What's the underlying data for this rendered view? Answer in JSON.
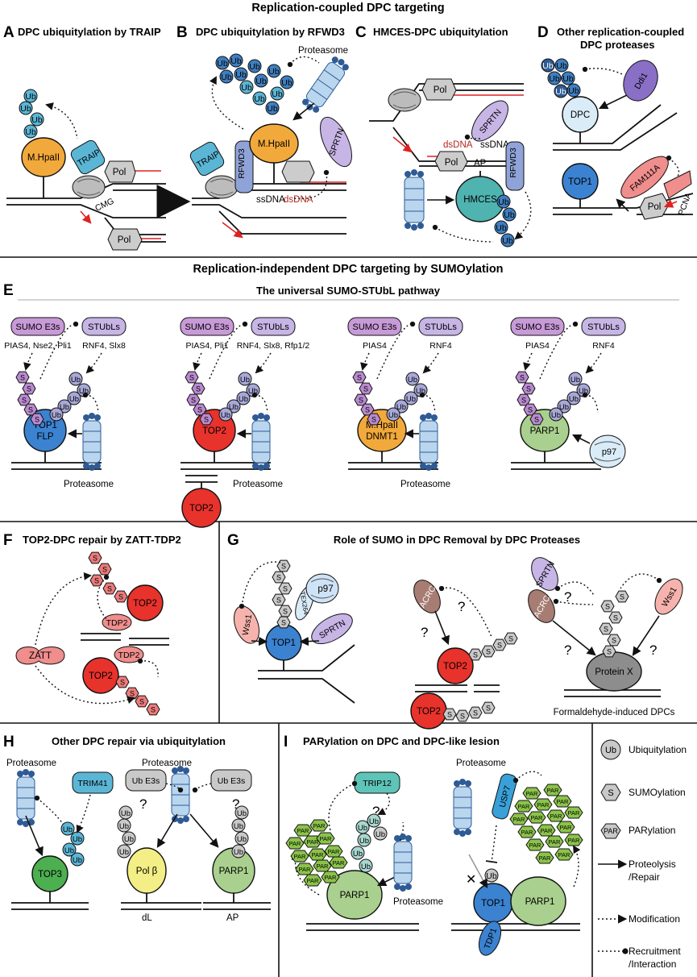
{
  "section_titles": {
    "s1": "Replication-coupled DPC targeting",
    "s2": "Replication-independent DPC targeting by SUMOylation"
  },
  "panels": {
    "A": {
      "letter": "A",
      "title": "DPC ubiquitylation by TRAIP",
      "protein": "M.HpaII",
      "traip": "TRAIP",
      "cmg": "CMG",
      "pol": "Pol"
    },
    "B": {
      "letter": "B",
      "title": "DPC ubiquitylation by RFWD3",
      "proteasome": "Proteasome",
      "protein": "M.HpaII",
      "sprtn": "SPRTN",
      "traip": "TRAIP",
      "rfwd3": "RFWD3",
      "ssdna": "ssDNA",
      "dsdna": "dsDNA"
    },
    "C": {
      "letter": "C",
      "title": "HMCES-DPC ubiquitylation",
      "pol": "Pol",
      "sprtn": "SPRTN",
      "dsdna": "dsDNA",
      "ssdna": "ssDNA",
      "ap": "AP",
      "hmces": "HMCES",
      "rfwd3": "RFWD3"
    },
    "D": {
      "letter": "D",
      "title_line1": "Other replication-coupled",
      "title_line2": "DPC proteases",
      "ddi1": "Ddi1",
      "dpc": "DPC",
      "top1": "TOP1",
      "fam111a": "FAM111A",
      "pol": "Pol",
      "pcna": "PCNA"
    },
    "E": {
      "letter": "E",
      "subtitle": "The universal SUMO-STUbL pathway",
      "sumo_e3s": "SUMO E3s",
      "stubls": "STUbLs",
      "proteasome": "Proteasome",
      "p97": "p97",
      "columns": [
        {
          "e3_list": "PIAS4, Nse2, Pli1",
          "stubl_list": "RNF4, Slx8",
          "protein_line1": "TOP1",
          "protein_line2": "FLP"
        },
        {
          "e3_list": "PIAS4, Pli1",
          "stubl_list": "RNF4, Slx8, Rfp1/2",
          "protein_line1": "TOP2",
          "protein_line2": "",
          "second_protein": "TOP2"
        },
        {
          "e3_list": "PIAS4",
          "stubl_list": "RNF4",
          "protein_line1": "M.HpaII",
          "protein_line2": "DNMT1"
        },
        {
          "e3_list": "PIAS4",
          "stubl_list": "RNF4",
          "protein_line1": "PARP1",
          "protein_line2": ""
        }
      ]
    },
    "F": {
      "letter": "F",
      "title": "TOP2-DPC repair by ZATT-TDP2",
      "top2": "TOP2",
      "tdp2": "TDP2",
      "zatt": "ZATT"
    },
    "G": {
      "letter": "G",
      "title": "Role of SUMO in DPC Removal by DPC Proteases",
      "wss1": "Wss1",
      "tex264": "TEX264",
      "p97": "p97",
      "sprtn": "SPRTN",
      "top1": "TOP1",
      "acrc": "ACRC",
      "top2": "TOP2",
      "protein_x": "Protein X",
      "caption": "Formaldehyde-induced DPCs",
      "q": "?"
    },
    "H": {
      "letter": "H",
      "title": "Other DPC repair via ubiquitylation",
      "proteasome": "Proteasome",
      "trim41": "TRIM41",
      "top3": "TOP3",
      "ub_e3s": "Ub E3s",
      "pol_beta": "Pol β",
      "parp1": "PARP1",
      "dl": "dL",
      "ap": "AP",
      "q": "?"
    },
    "I": {
      "letter": "I",
      "title": "PARylation on DPC and DPC-like lesion",
      "trip12": "TRIP12",
      "proteasome": "Proteasome",
      "parp1": "PARP1",
      "usp7": "USP7",
      "top1": "TOP1",
      "tdp1": "TDP1",
      "q": "?"
    }
  },
  "chips": {
    "ub": "Ub",
    "s": "S",
    "par": "PAR",
    "x": "✕"
  },
  "legend": [
    {
      "key": "ub",
      "label": "Ubiquitylation"
    },
    {
      "key": "s",
      "label": "SUMOylation"
    },
    {
      "key": "par",
      "label": "PARylation"
    },
    {
      "key": "solid-arrow",
      "label_line1": "Proteolysis",
      "label_line2": "/Repair"
    },
    {
      "key": "dotted-arrow",
      "label": "Modification"
    },
    {
      "key": "dotted-dot",
      "label_line1": "Recruitment",
      "label_line2": "/Interaction"
    }
  ],
  "colors": {
    "orange": "#f2a93b",
    "red": "#e8322c",
    "blue": "#3b82d0",
    "green": "#a9d08e",
    "yellow": "#f3ee85",
    "teal": "#4fb3b0",
    "lav": "#c7b5e6",
    "periwinkle": "#8fa3d8",
    "sumo": "#b98ad0",
    "ubdark": "#2f5b95",
    "ubmid": "#3f7fc0",
    "ublight": "#b9d6ee",
    "traip": "#5bb6d6",
    "par": "#8bc34a",
    "pink": "#f08d8d",
    "brown": "#a77c72",
    "grey": "#b8b8b8",
    "dred": "#b3261e"
  },
  "icons": [
    "proteasome-icon",
    "replisome-icon",
    "polymerase-icon",
    "ub-chain-icon",
    "sumo-chain-icon",
    "par-chain-icon",
    "p97-icon",
    "dna-icon"
  ]
}
